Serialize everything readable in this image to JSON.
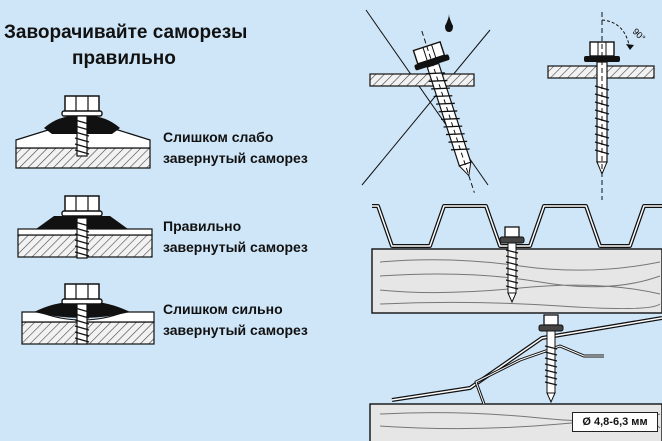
{
  "title": {
    "line1": "Заворачивайте саморезы",
    "line2": "правильно"
  },
  "captions": [
    {
      "line1": "Слишком слабо",
      "line2": "завернутый саморез"
    },
    {
      "line1": "Правильно",
      "line2": "завернутый саморез"
    },
    {
      "line1": "Слишком сильно",
      "line2": "завернутый саморез"
    }
  ],
  "angle_label": "90°",
  "diameter_label": "Ø 4,8-6,3 мм",
  "colors": {
    "background": "#cfe6f8",
    "wood": "#e6e6e6",
    "metal": "#ffffff",
    "seal": "#111111",
    "line": "#1a1a1a"
  }
}
